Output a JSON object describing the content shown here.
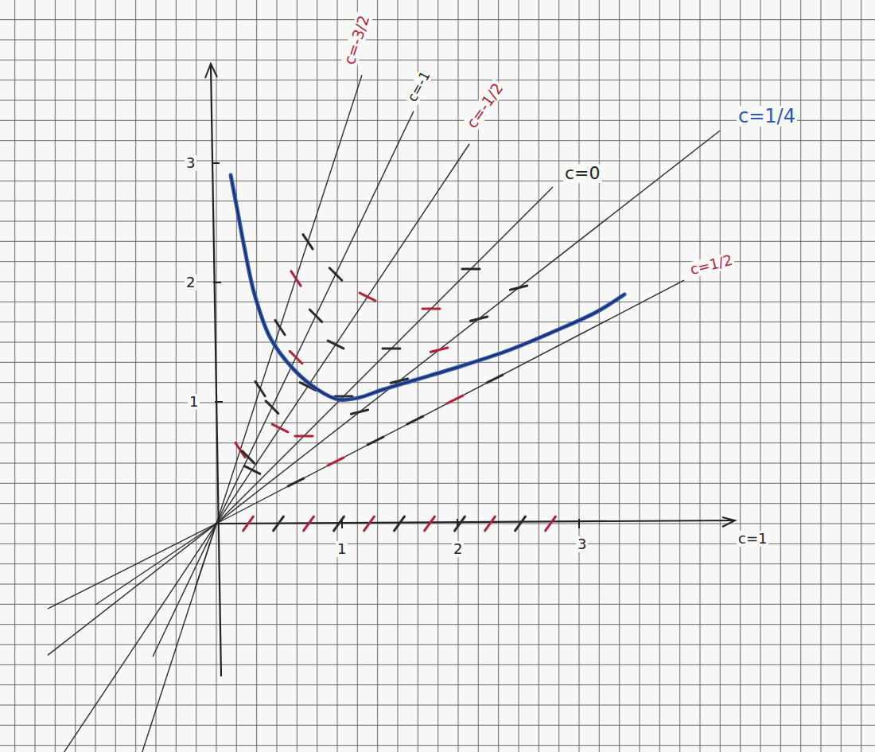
{
  "diagram": {
    "labels": [
      "c=-3/2",
      "c=-1",
      "c=-1/2",
      "c=1/4",
      "c=0",
      "3",
      "2",
      "c=1/2",
      "1",
      "1",
      "2",
      "3",
      "c=1"
    ]
  }
}
